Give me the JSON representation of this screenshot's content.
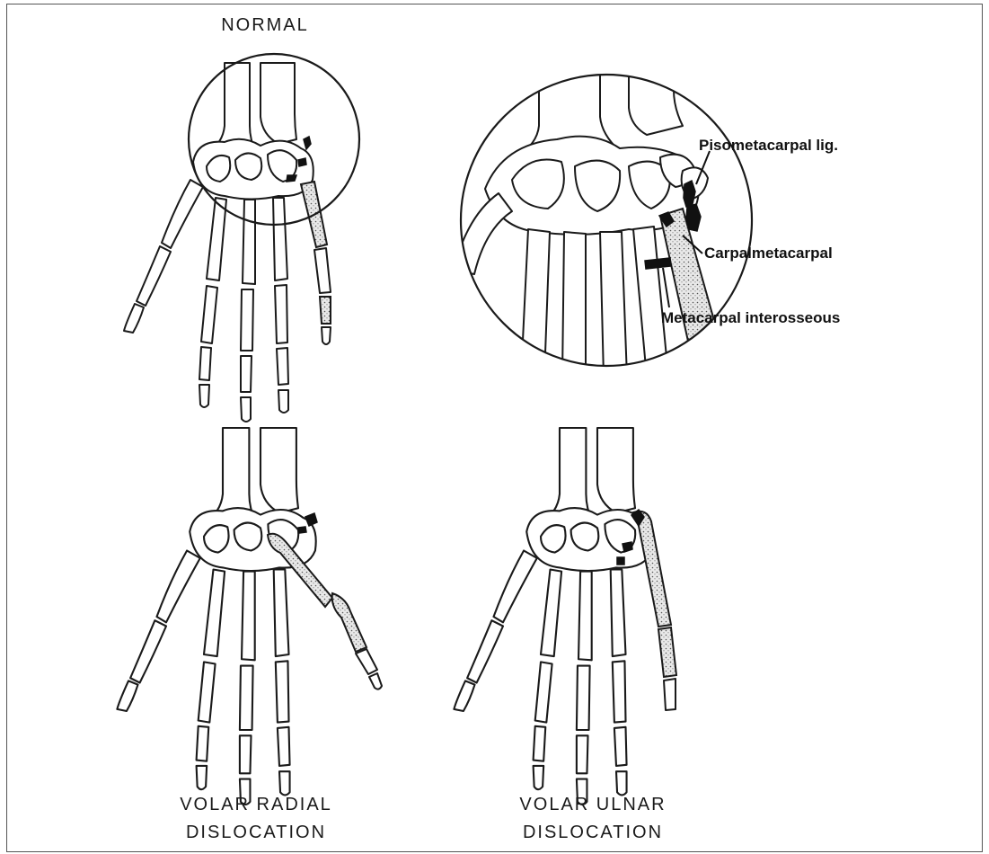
{
  "figure": {
    "captions": {
      "normal": "NORMAL",
      "radial_line1": "VOLAR RADIAL",
      "radial_line2": "DISLOCATION",
      "ulnar_line1": "VOLAR ULNAR",
      "ulnar_line2": "DISLOCATION"
    },
    "callouts": {
      "pisometacarpal": "Pisometacarpal lig.",
      "carpalmetacarpal": "Carpalmetacarpal",
      "metacarpal_interosseous": "Metacarpal interosseous"
    }
  }
}
